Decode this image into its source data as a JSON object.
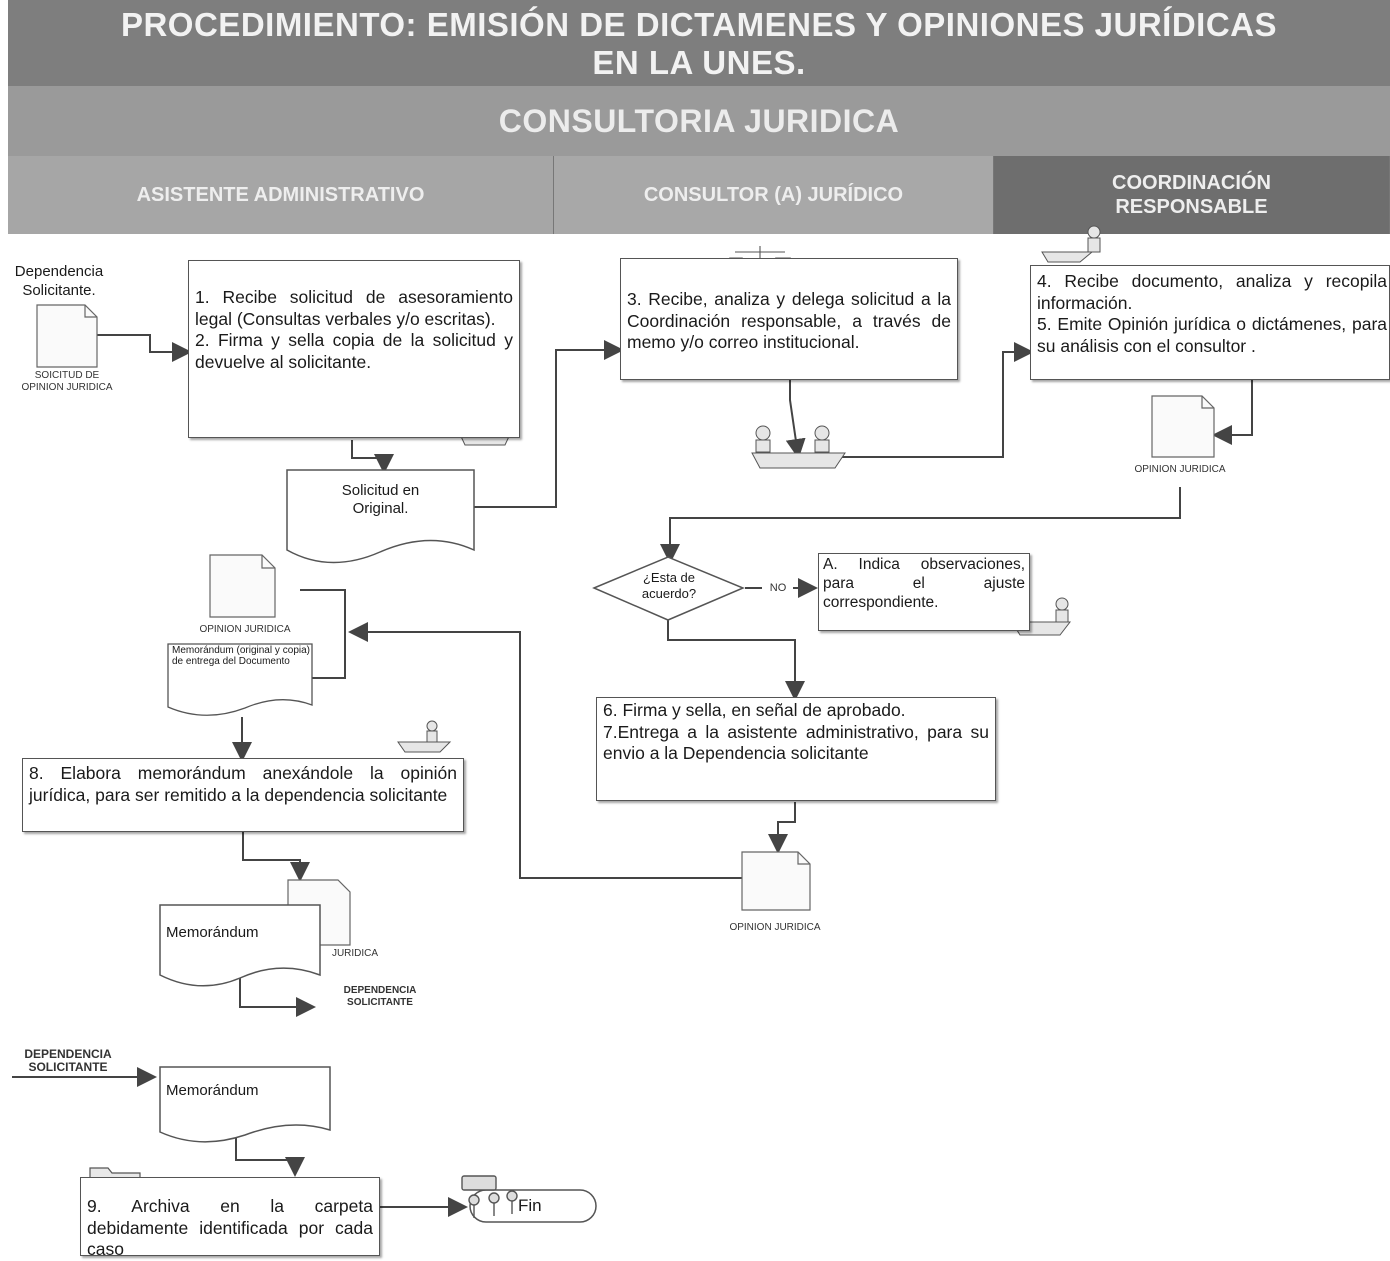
{
  "header": {
    "title": "PROCEDIMIENTO: EMISIÓN DE DICTAMENES Y OPINIONES JURÍDICAS\nEN LA UNES.",
    "subtitle": "CONSULTORIA JURIDICA"
  },
  "lanes": [
    {
      "label": "ASISTENTE ADMINISTRATIVO"
    },
    {
      "label": "CONSULTOR (A)  JURÍDICO"
    },
    {
      "label": "COORDINACIÓN\nRESPONSABLE"
    }
  ],
  "nodes": {
    "start_label": "Dependencia\nSolicitante.",
    "start_doc_caption": "SOICITUD DE\nOPINION JURIDICA",
    "step1": "1. Recibe solicitud de asesoramiento legal (Consultas verbales y/o escritas).\n2. Firma y sella copia de la solicitud y devuelve al solicitante.",
    "doc_original": "Solicitud en\nOriginal.",
    "step3": "3. Recibe, analiza y delega solicitud a la Coordinación responsable, a través de memo y/o correo institucional.",
    "step4": "4. Recibe documento, analiza y recopila información.\n5. Emite Opinión jurídica o dictámenes, para su análisis con el consultor .",
    "opinion_caption_1": "OPINION JURIDICA",
    "decision": "¿Esta de\nacuerdo?",
    "no_label": "NO",
    "stepA": "A. Indica observaciones, para el ajuste correspondiente.",
    "step6": "6. Firma y sella, en señal de aprobado.\n7.Entrega a la asistente administrativo, para su envio a la Dependencia solicitante",
    "opinion_caption_2": "OPINION JURIDICA",
    "opinion_caption_3": "OPINION JURIDICA",
    "memo_doc": "Memorándum\n(original y copia) de entrega del Documento",
    "step8": "8. Elabora memorándum anexándole la opinión jurídica, para ser remitido a la dependencia solicitante",
    "memo_label": "Memorándum",
    "juridica_caption": "JURIDICA",
    "dep_sol_caption": "DEPENDENCIA\nSOLICITANTE",
    "dep_sol_caption_2": "DEPENDENCIA\nSOLICITANTE",
    "memo_label_2": "Memorándum",
    "step9": "9. Archiva en la carpeta debidamente identificada por cada caso",
    "end_label": "Fin"
  }
}
